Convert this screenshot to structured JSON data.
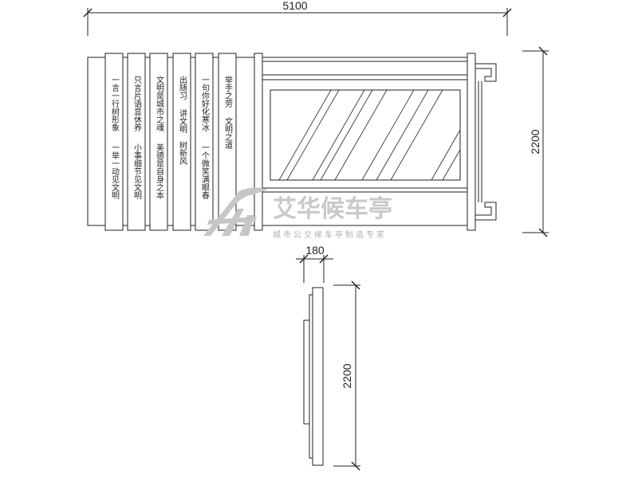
{
  "dimensions": {
    "front_width": "5100",
    "front_height": "2200",
    "side_depth": "180",
    "side_height": "2200"
  },
  "slogan_panels": [
    {
      "top": "一言一行树形象",
      "bottom": "一举一动见文明"
    },
    {
      "top": "只言片语显休养",
      "bottom": "小事细节见文明"
    },
    {
      "top": "文明是城市之魂",
      "bottom": "美德是自身之本"
    },
    {
      "top": "出随习",
      "bottom": "讲文明　树新风"
    },
    {
      "top": "一句你好化寒冰",
      "bottom": "一个微笑满眼春"
    },
    {
      "top": "举手之劳",
      "bottom": "文明之道"
    }
  ],
  "watermark": {
    "brand": "艾华候车亭",
    "tagline": "城市公交候车亭制造专家"
  },
  "colors": {
    "line": "#222222",
    "watermark": "#c9c9c9"
  }
}
